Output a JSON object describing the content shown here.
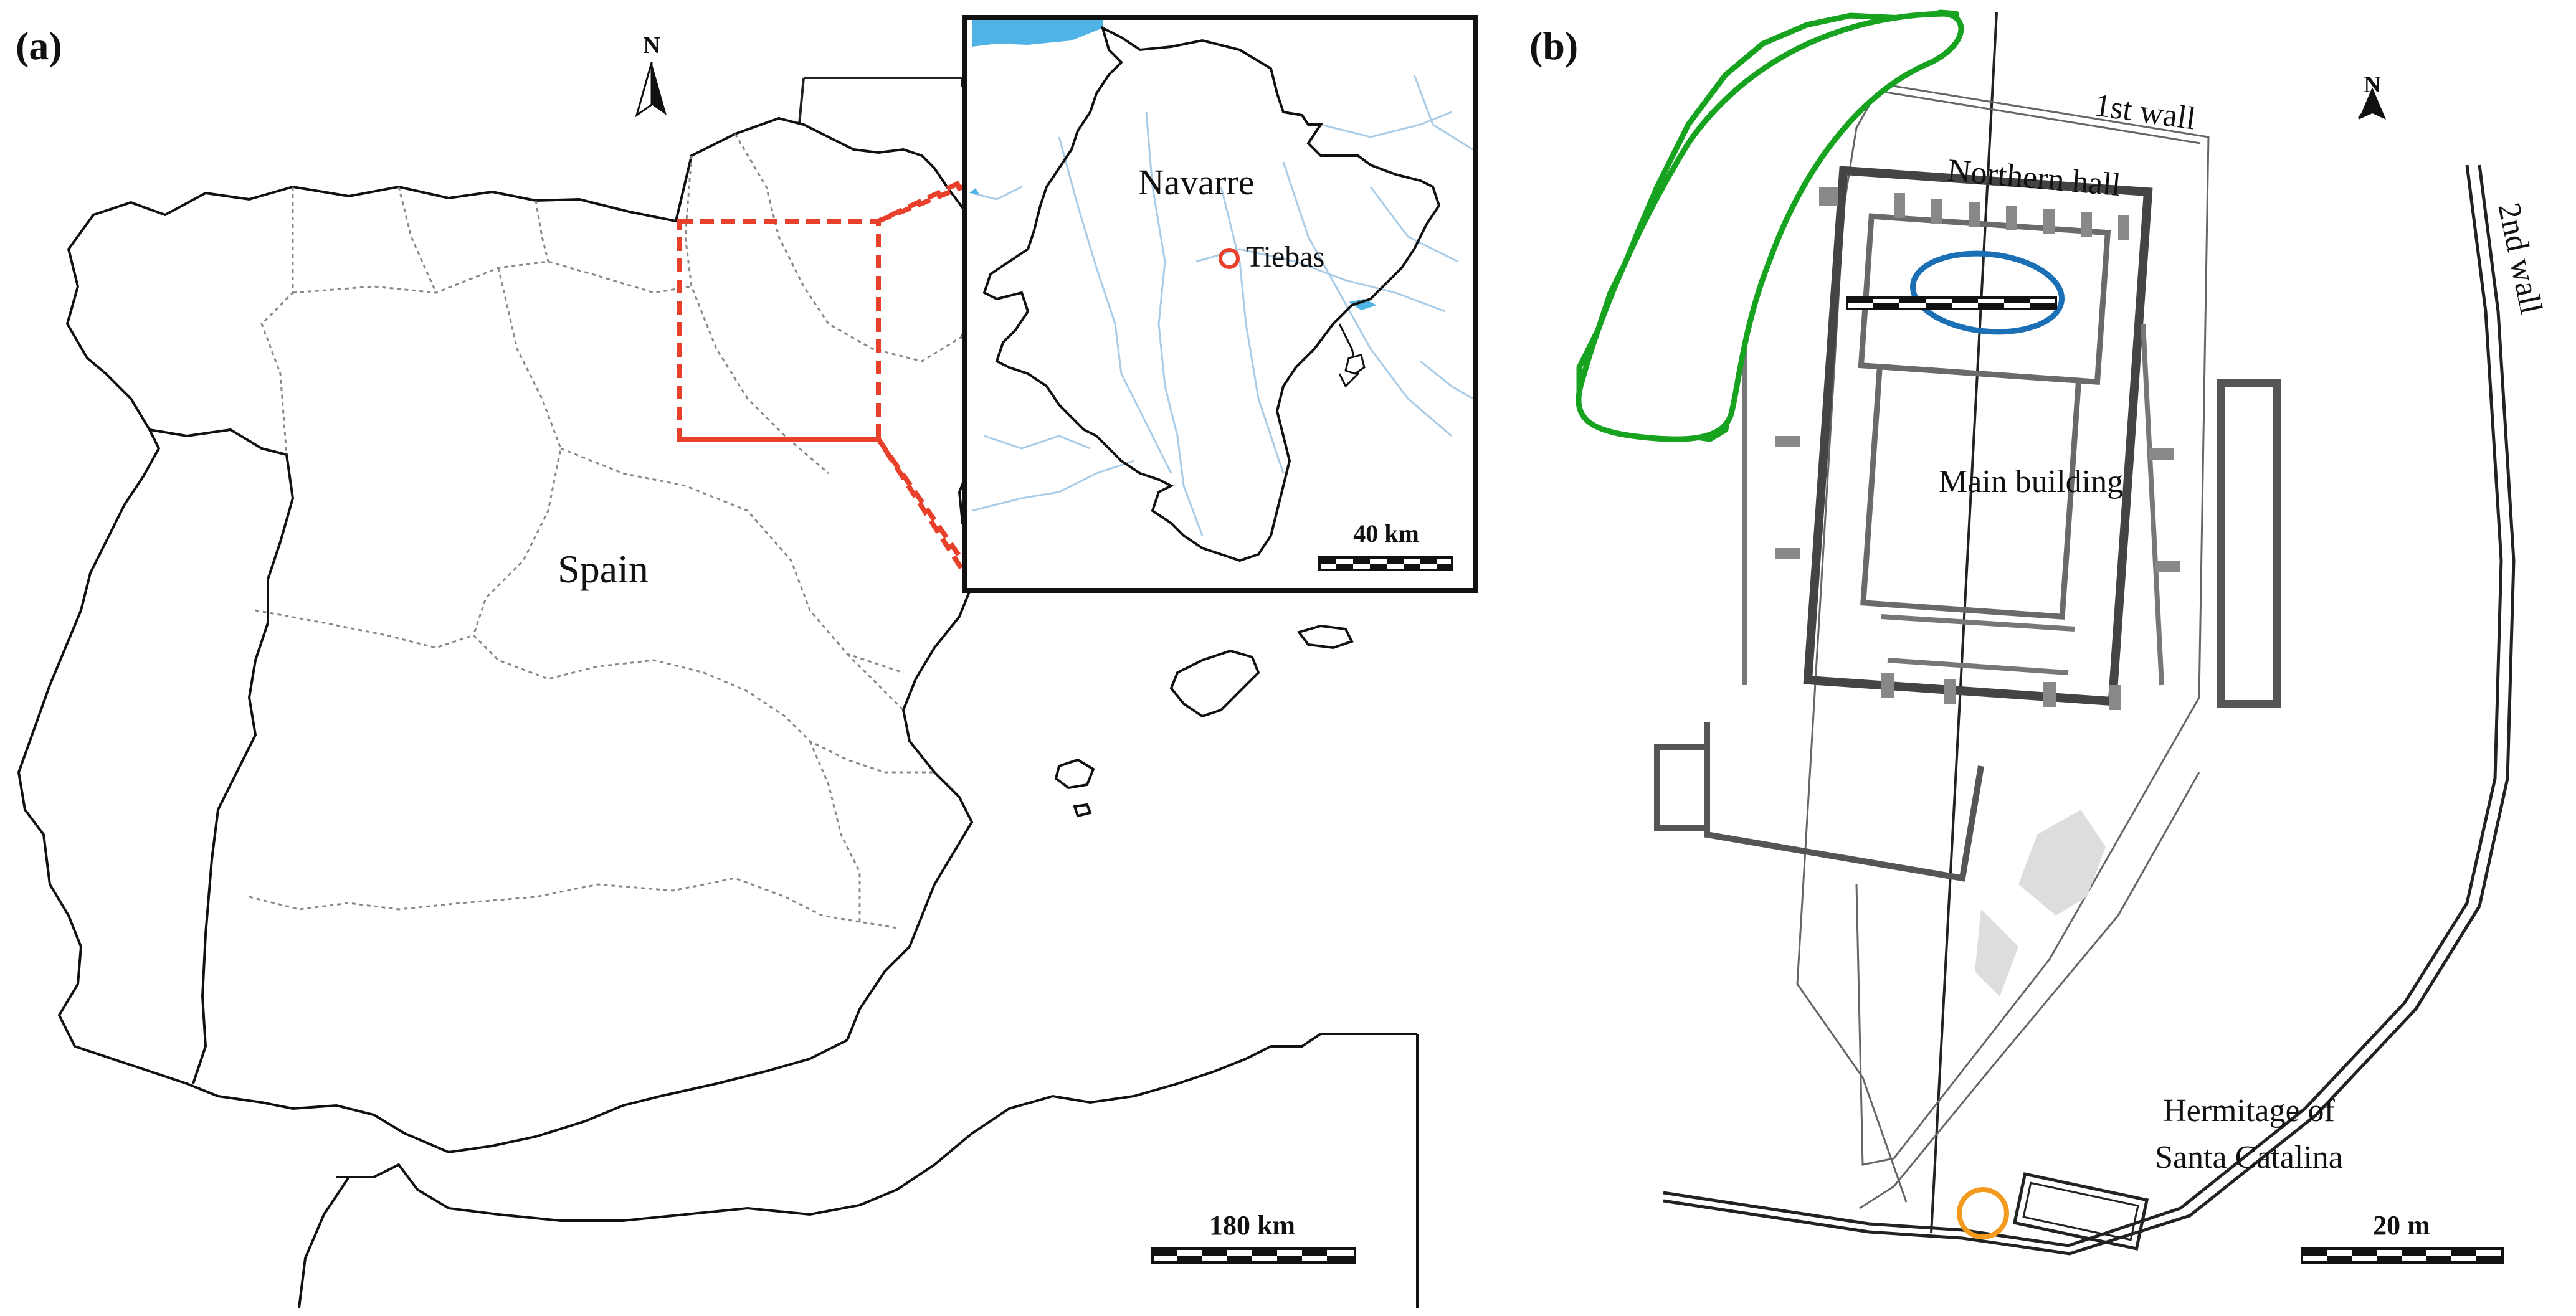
{
  "panel_a": {
    "label": "(a)",
    "north": "N",
    "country_label": "Spain",
    "scale_label": "180 km",
    "inset": {
      "region_label": "Navarre",
      "site_label": "Tiebas",
      "scale_label": "40 km"
    },
    "colors": {
      "highlight_box": "#e8402b",
      "water": "#4fb3e6",
      "rivers": "#a9cde8",
      "site_marker": "#e8402b"
    }
  },
  "panel_b": {
    "label": "(b)",
    "north": "N",
    "labels": {
      "first_wall": "1st wall",
      "second_wall": "2nd wall",
      "northern_hall": "Northern hall",
      "main_building": "Main building",
      "hermitage_line1": "Hermitage of",
      "hermitage_line2": "Santa Catalina"
    },
    "scale_label": "20 m",
    "colors": {
      "green_outline": "#17a320",
      "blue_ellipse": "#1a6fb5",
      "orange_circle": "#f39a1f"
    }
  }
}
